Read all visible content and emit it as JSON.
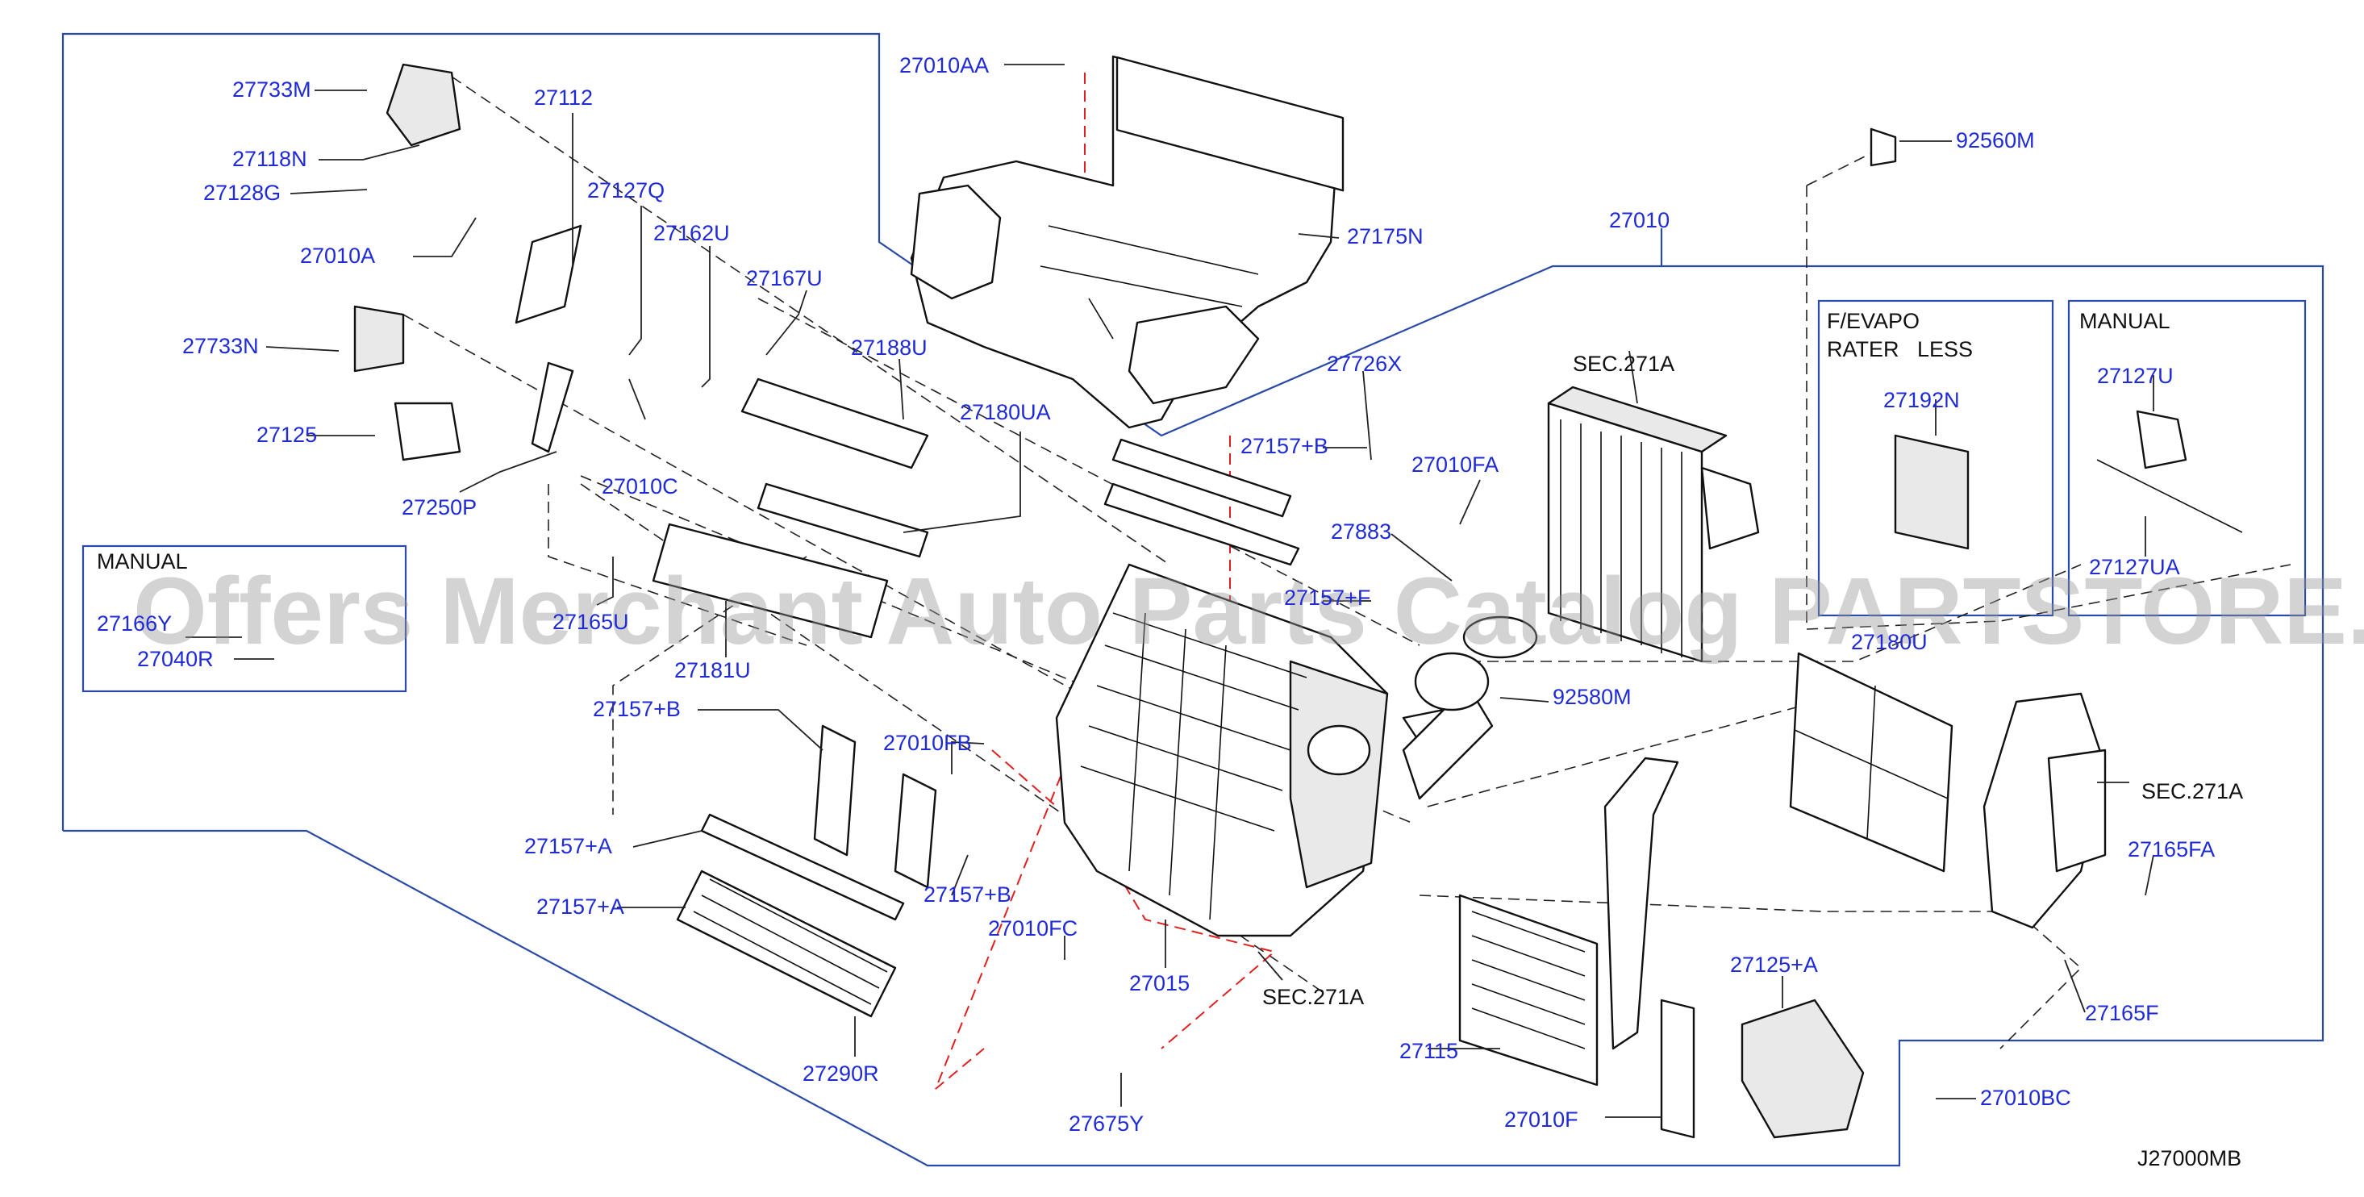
{
  "diagram": {
    "code": "J27000MB",
    "watermark": "Offers Merchant Auto Parts Catalog PARTSTORE.SA",
    "boxes": {
      "manual_left": "MANUAL",
      "manual_right": "MANUAL",
      "fevapo_line1": "F/EVAPO",
      "fevapo_line2": "RATER   LESS"
    },
    "labels": [
      "27733M",
      "27118N",
      "27128G",
      "27010A",
      "27733N",
      "27125",
      "27250P",
      "27112",
      "27127Q",
      "27162U",
      "27167U",
      "27010C",
      "27188U",
      "27180UA",
      "27165U",
      "27181U",
      "27166Y",
      "27040R",
      "27010AA",
      "27175N",
      "27010",
      "92560M",
      "27726X",
      "27157+B",
      "27010FA",
      "27883",
      "27157+F",
      "SEC.271A",
      "27192N",
      "27127U",
      "27127UA",
      "27180U",
      "SEC.271A",
      "92580M",
      "27157+B",
      "27010FB",
      "27157+A",
      "27157+B",
      "27157+A",
      "27010FC",
      "27015",
      "SEC.271A",
      "27290R",
      "27675Y",
      "27115",
      "27010F",
      "27125+A",
      "27165FA",
      "27165F",
      "27010BC"
    ]
  }
}
